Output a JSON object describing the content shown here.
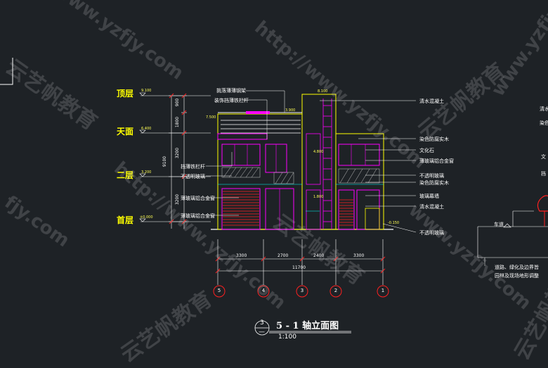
{
  "levels": {
    "top": "顶层",
    "roof": "天面",
    "second": "二层",
    "ground": "首层"
  },
  "elevations": {
    "e9100": "9.100",
    "e6400": "6.400",
    "e3200": "3.200",
    "e000": "±0.000",
    "e3900": "3.900",
    "e7500": "7.500",
    "e4800": "4.800",
    "e1800": "1.800",
    "e_0150": "-0.150",
    "e8100": "8.100"
  },
  "left_labels": [
    "挑落薄薄钢架",
    "装饰挡薄铁栏杆",
    "挡薄铁栏杆",
    "不透明玻璃",
    "薄玻璃铝合金窗",
    "薄玻璃铝合金窗"
  ],
  "right_labels": [
    "清水混凝土",
    "染色防腐实木",
    "文化石",
    "薄玻璃铝合金窗",
    "不透明玻璃",
    "染色防腐实木",
    "玻璃幕墙",
    "清水混凝土",
    "不透明玻璃"
  ],
  "vertical_dims": [
    "900",
    "1800",
    "3200",
    "9100",
    "3200"
  ],
  "horizontal_dims": [
    "3300",
    "2700",
    "2400",
    "3300"
  ],
  "total_dim": "11700",
  "axes": [
    "5",
    "4",
    "3",
    "2",
    "1"
  ],
  "title": {
    "number": "3",
    "name": "5 - 1 轴立面图",
    "scale": "1:100",
    "sub": "—"
  },
  "right_side": {
    "road_label": "车道",
    "note_line1": "道路、绿化及边界皆",
    "note_line2": "园林及现场地形调整"
  },
  "right_edge": [
    "清水",
    "染色",
    "文",
    "挡"
  ],
  "watermarks": {
    "url": "http://www.yzfjy.com",
    "url_short": "www.yzfjy.com",
    "cn": "云艺帆教育",
    "fjy": "fjy.com"
  },
  "colors": {
    "background": "#1e2226",
    "yellow": "#ffff00",
    "magenta": "#ff00ff",
    "red": "#ff2020",
    "cyan": "#00ffff",
    "white": "#ffffff"
  }
}
